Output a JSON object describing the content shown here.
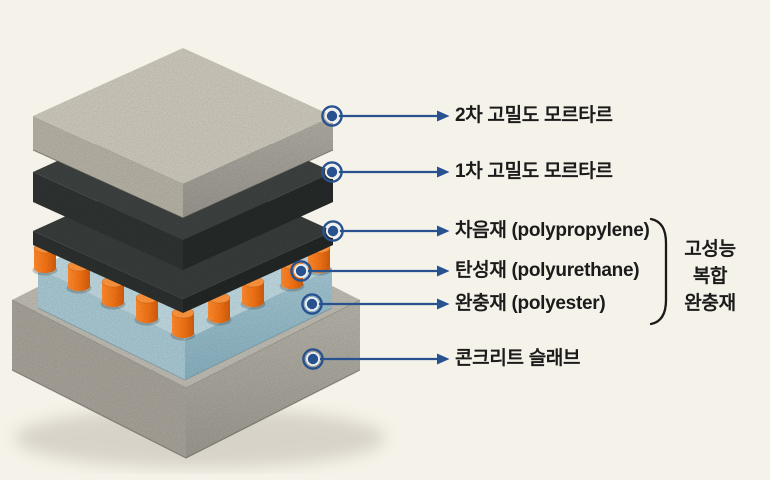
{
  "diagram": {
    "title": "floor impact-noise insulation layer system",
    "background_color": "#f5f2e9",
    "callout_color": "#27518f",
    "text_color": "#1b1b1b",
    "callouts": [
      {
        "label": "2차 고밀도 모르타르"
      },
      {
        "label": "1차 고밀도 모르타르"
      },
      {
        "label": "차음재 (polypropylene)"
      },
      {
        "label": "탄성재 (polyurethane)"
      },
      {
        "label": "완충재 (polyester)"
      },
      {
        "label": "콘크리트 슬래브"
      }
    ],
    "group_bracket": {
      "label_lines": [
        "고성능",
        "복합",
        "완충재"
      ],
      "grouped_callout_indexes": [
        2,
        3,
        4
      ]
    },
    "layers": [
      {
        "id": "mortar-secondary",
        "top_color": "#c6c2b6"
      },
      {
        "id": "mortar-primary",
        "top_color": "#3b403f"
      },
      {
        "id": "sound-insulation",
        "top_color": "#363b3a"
      },
      {
        "id": "elastic-pads",
        "top_color": "#f9913b"
      },
      {
        "id": "cushion-layer",
        "top_color": "#b9d1d9"
      },
      {
        "id": "concrete-slab",
        "top_color": "#b8b5ac"
      }
    ]
  }
}
